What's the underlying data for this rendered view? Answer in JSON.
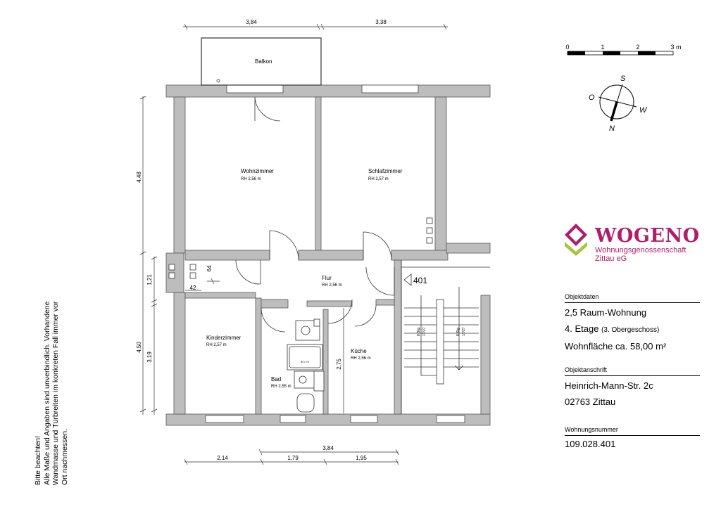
{
  "plan": {
    "rooms": {
      "balkon": "Balkon",
      "wohnzimmer": "Wohnzimmer",
      "wohnzimmer_rh": "RH 2,56 m",
      "schlafzimmer": "Schlafzimmer",
      "schlafzimmer_rh": "RH 2,57 m",
      "flur": "Flur",
      "flur_rh": "RH 2,56 m",
      "kinderzimmer": "Kinderzimmer",
      "kinderzimmer_rh": "RH 2,57 m",
      "bad": "Bad",
      "bad_rh": "RH 2,55 m",
      "kueche": "Küche",
      "kueche_rh": "RH 2,56 m"
    },
    "dims": {
      "top_left": "3,84",
      "top_right": "3,38",
      "left_upper": "4,48",
      "left_lower": "4,50",
      "left_mid_a": "1,21",
      "left_mid_b": "3,19",
      "wall_64": "64",
      "wall_42": "42",
      "kitchen_h": "2,75",
      "bottom_total": "3,84",
      "bottom_a": "2,14",
      "bottom_b": "1,79",
      "bottom_c": "1,95"
    },
    "stair": {
      "label": "401",
      "run_a1": "8 Stg.",
      "run_a2": "17/27",
      "run_b1": "8 Stg.",
      "run_b2": "17/27"
    },
    "fixtures": {
      "tub_label": "80 x 70"
    }
  },
  "scale": {
    "ticks": [
      "0",
      "1",
      "2",
      "3 m"
    ]
  },
  "compass": {
    "s": "S",
    "o": "O",
    "w": "W",
    "n": "N"
  },
  "logo": {
    "title": "WOGENO",
    "line1": "Wohnungsgenossenschaft",
    "line2": "Zittau eG",
    "colors": {
      "magenta": "#b01e6b",
      "green": "#a6c63a"
    }
  },
  "info": {
    "objektdaten_label": "Objektdaten",
    "type": "2,5 Raum-Wohnung",
    "floor": "4. Etage",
    "floor_note": "(3. Obergeschoss)",
    "area": "Wohnfläche ca. 58,00 m²",
    "address_label": "Objektanschrift",
    "street": "Heinrich-Mann-Str. 2c",
    "city": "02763 Zittau",
    "number_label": "Wohnungsnummer",
    "number": "109.028.401"
  },
  "note": {
    "line1": "Bitte beachten!",
    "line2": "Alle Maße und Angaben sind unverbindlich. Vorhandene",
    "line3": "Wandmasse und Türbreiten im konkreten Fall immer vor",
    "line4": "Ort nachmessen."
  }
}
